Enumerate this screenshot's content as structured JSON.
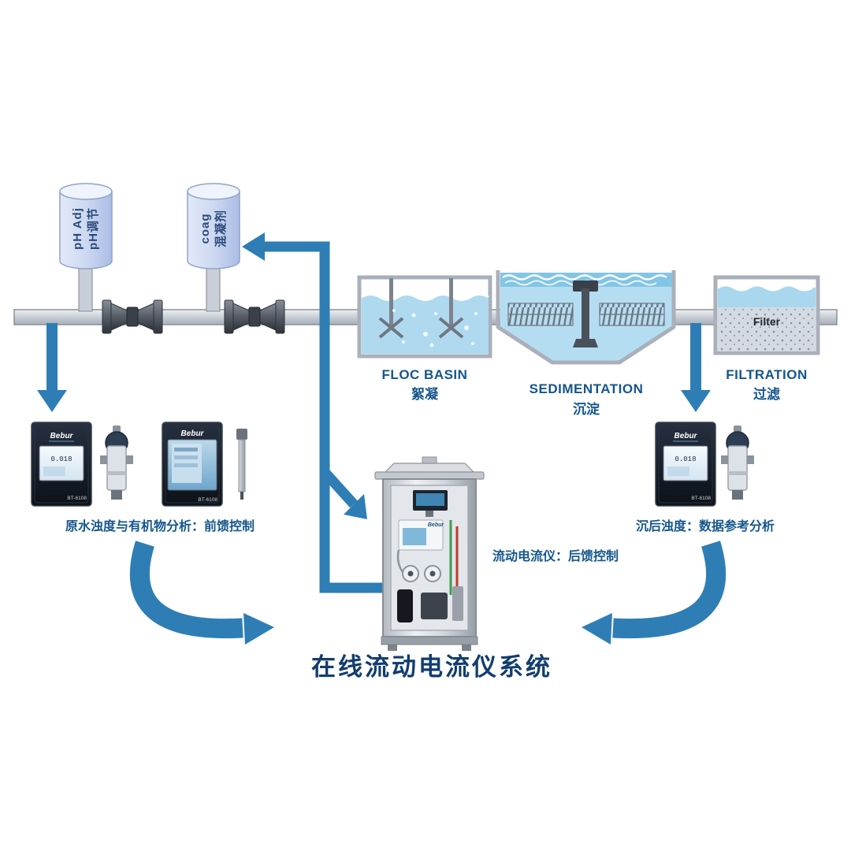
{
  "page": {
    "title": "在线流动电流仪系统"
  },
  "tanks": {
    "ph": {
      "en": "pH Adj",
      "zh": "pH调节"
    },
    "coag": {
      "en": "coag",
      "zh": "混凝剂"
    }
  },
  "stages": {
    "floc": {
      "en": "FLOC BASIN",
      "zh": "絮凝"
    },
    "sed": {
      "en": "SEDIMENTATION",
      "zh": "沉淀"
    },
    "filter": {
      "en": "FILTRATION",
      "zh": "过滤",
      "media_label": "Filter"
    }
  },
  "devices": {
    "brand": "Bebur",
    "model": "BT-6108",
    "reading": "0.018"
  },
  "captions": {
    "left": "原水浊度与有机物分析：前馈控制",
    "center": "流动电流仪：后馈控制",
    "right": "沉后浊度：数据参考分析"
  },
  "colors": {
    "arrow_blue": "#2e7eb5",
    "label_blue": "#14568c",
    "title_navy": "#123d6e",
    "water_light": "#aed9ef",
    "water_deep": "#82c5e4"
  }
}
